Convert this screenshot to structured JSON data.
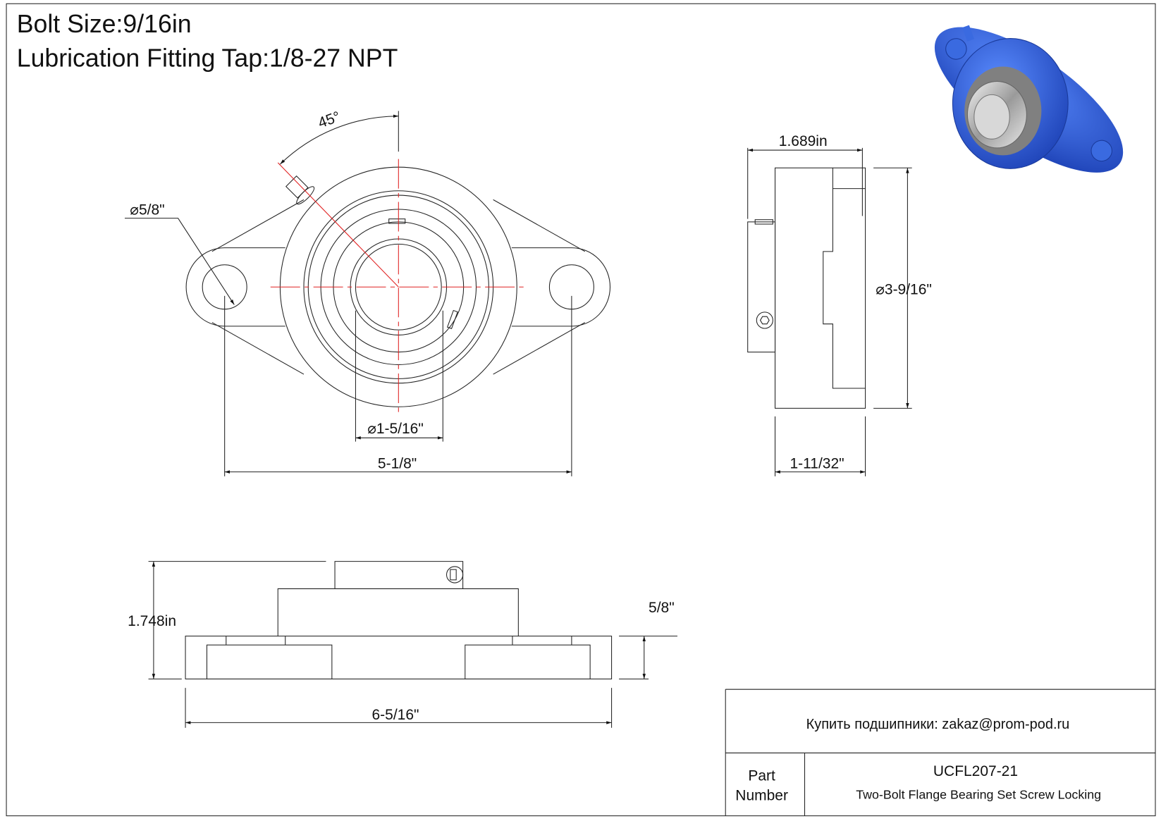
{
  "header": {
    "bolt_size": "Bolt Size:9/16in",
    "lubrication": "Lubrication Fitting Tap:1/8-27 NPT"
  },
  "front_view": {
    "angle": "45°",
    "hole_dia": "5/8\"",
    "bore_dia": "1-5/16\"",
    "bolt_spacing": "5-1/8\""
  },
  "side_view": {
    "width_top": "1.689in",
    "housing_dia": "3-9/16\"",
    "width_bottom": "1-11/32\""
  },
  "bottom_view": {
    "height": "1.748in",
    "flange_thickness": "5/8\"",
    "overall_length": "6-5/16\""
  },
  "title_block": {
    "contact": "Купить подшипники: zakaz@prom-pod.ru",
    "part_label_1": "Part",
    "part_label_2": "Number",
    "part_number": "UCFL207-21",
    "description": "Two-Bolt Flange Bearing Set Screw Locking"
  },
  "colors": {
    "centerline": "#e02020",
    "housing": "#2f5fd0"
  }
}
